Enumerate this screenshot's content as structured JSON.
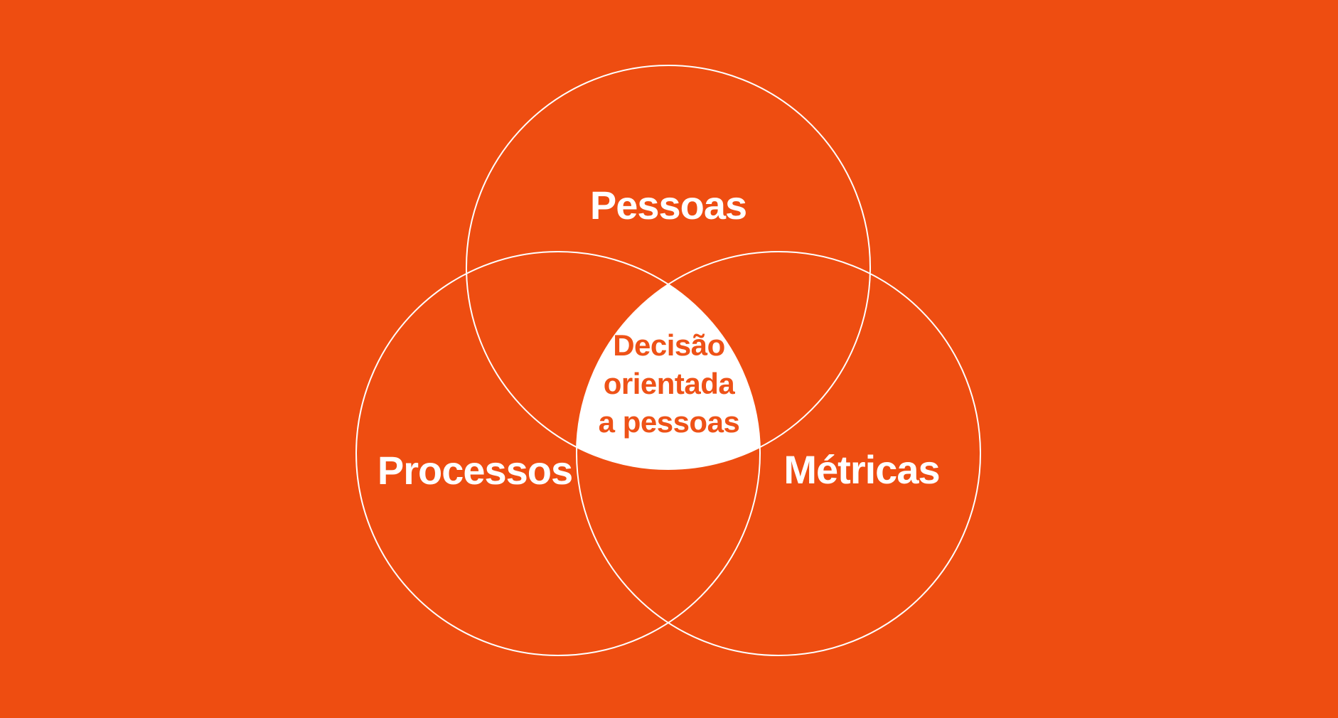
{
  "colors": {
    "background": "#EE4D11",
    "circle_stroke": "#FFFFFF",
    "label_text": "#FFFFFF",
    "center_fill": "#FFFFFF",
    "center_text": "#EE5217"
  },
  "diagram": {
    "type": "venn",
    "circles": [
      {
        "id": "pessoas",
        "label": "Pessoas",
        "position": "top"
      },
      {
        "id": "processos",
        "label": "Processos",
        "position": "bottom-left"
      },
      {
        "id": "metricas",
        "label": "Métricas",
        "position": "bottom-right"
      }
    ],
    "center": {
      "text": "Decisão orientada a pessoas",
      "lines": [
        "Decisão",
        "orientada",
        "a pessoas"
      ]
    }
  }
}
